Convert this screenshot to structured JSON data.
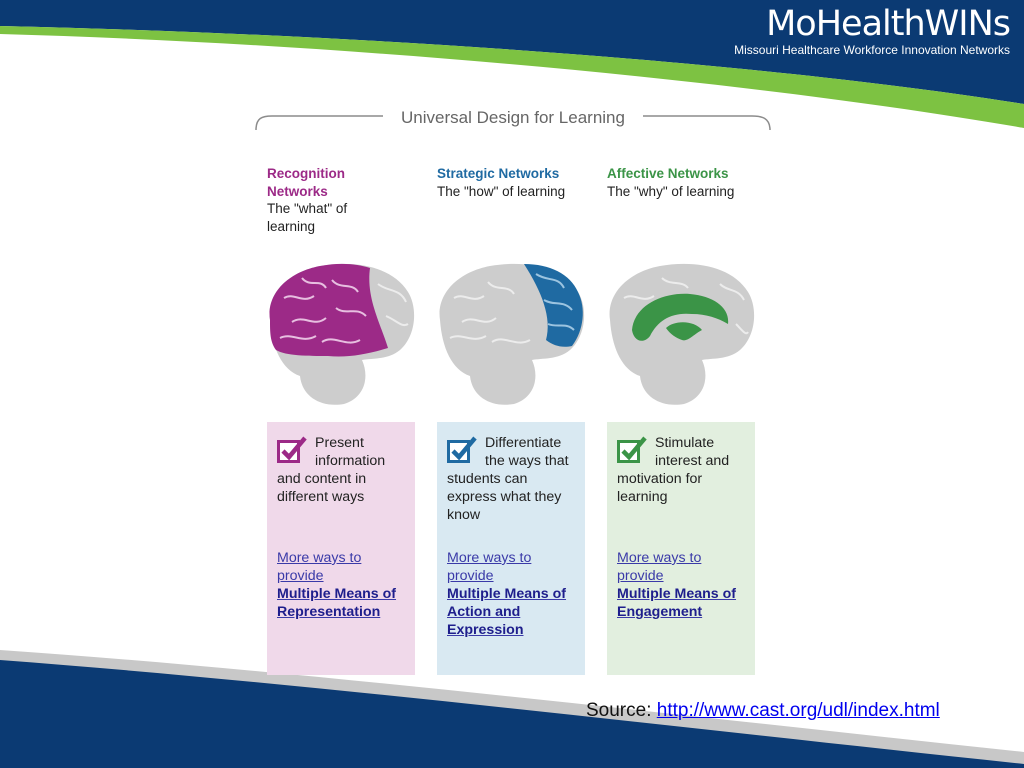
{
  "brand": {
    "name": "MoHealthWINs",
    "subtitle": "Missouri Healthcare Workforce Innovation Networks"
  },
  "udl": {
    "title": "Universal Design for Learning",
    "columns": [
      {
        "name": "Recognition Networks",
        "subtitle": "The \"what\" of learning",
        "description": "Present information and content in different ways",
        "more_prefix": "More ways to provide",
        "more_link": "Multiple Means of Representation",
        "accent": "#9c2a87",
        "card_bg": "#f0d9ea"
      },
      {
        "name": "Strategic Networks",
        "subtitle": "The \"how\" of learning",
        "description": "Differentiate the ways that students can express what they know",
        "more_prefix": "More ways to provide",
        "more_link": "Multiple Means of Action and Expression",
        "accent": "#1f6aa2",
        "card_bg": "#d9e9f2"
      },
      {
        "name": "Affective Networks",
        "subtitle": "The \"why\" of learning",
        "description": "Stimulate interest and motivation for learning",
        "more_prefix": "More ways to provide",
        "more_link": "Multiple Means of Engagement",
        "accent": "#3b9447",
        "card_bg": "#e2efdf"
      }
    ]
  },
  "source": {
    "label": "Source:",
    "url": "http://www.cast.org/udl/index.html"
  },
  "colors": {
    "navy": "#0b3a73",
    "green": "#7dc242",
    "brain_gray": "#cdcdcd"
  }
}
